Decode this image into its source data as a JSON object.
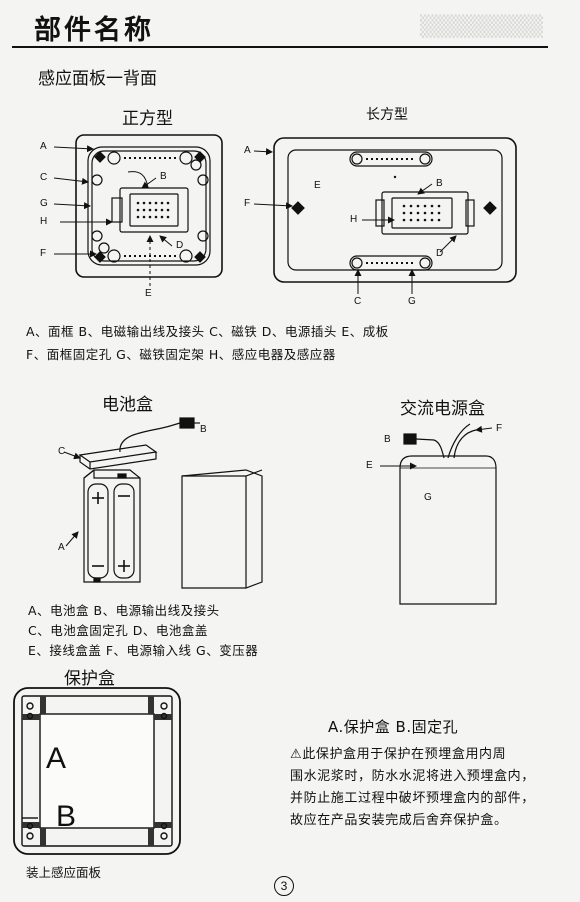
{
  "page_title": "部件名称",
  "subtitle": "感应面板一背面",
  "square_title": "正方型",
  "rect_title": "长方型",
  "panel_legend": {
    "line1": "A、面框    B、电磁输出线及接头    C、磁铁    D、电源插头    E、成板",
    "line2": "F、面框固定孔   G、磁铁固定架   H、感应电器及感应器"
  },
  "battery_title": "电池盒",
  "ac_title": "交流电源盒",
  "battery_legend": {
    "line1": "A、电池盒      B、电源输出线及接头",
    "line2": "C、电池盒固定孔        D、电池盒盖",
    "line3": "E、接线盒盖      F、电源输入线       G、变压器"
  },
  "protect_title": "保护盒",
  "protect_caption": "装上感应面板",
  "protect_heading": "A.保护盒  B.固定孔",
  "protect_note": [
    "⚠此保护盒用于保护在预埋盒用内周",
    "围水泥浆时，防水水泥将进入预埋盒内，",
    "并防止施工过程中破坏预埋盒内的部件，",
    "故应在产品安装完成后舍弃保护盒。"
  ],
  "page_number": "3",
  "labels": {
    "A": "A",
    "B": "B",
    "C": "C",
    "D": "D",
    "E": "E",
    "F": "F",
    "G": "G",
    "H": "H"
  }
}
